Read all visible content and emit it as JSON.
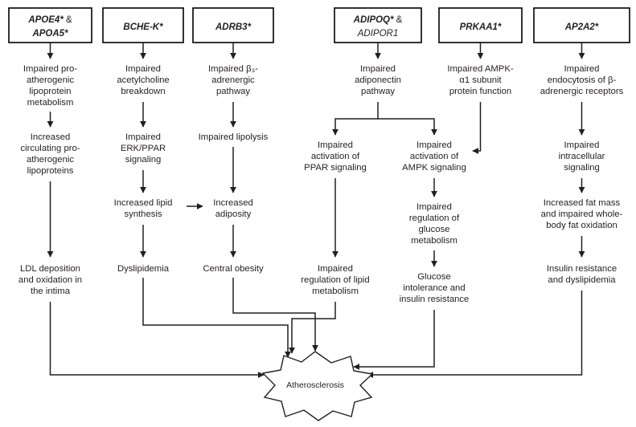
{
  "figure": {
    "type": "flowchart",
    "title": "Gene variant pathways leading to atherosclerosis",
    "terminal_node": "Atherosclerosis"
  },
  "colors": {
    "background": "#ffffff",
    "stroke": "#231f20",
    "box_border": "#000000",
    "text": "#231f20"
  },
  "gene_boxes": [
    {
      "id": "apoe",
      "line1": "APOE4*",
      "amp": " &",
      "line2": "APOA5*",
      "two_line": true
    },
    {
      "id": "bche",
      "line1": "BCHE-K*",
      "amp": "",
      "line2": "",
      "two_line": false
    },
    {
      "id": "adrb3",
      "line1": "ADRB3*",
      "amp": "",
      "line2": "",
      "two_line": false
    },
    {
      "id": "adipoq",
      "line1": "ADIPOQ*",
      "amp": " &",
      "line2": "ADIPOR1",
      "two_line": true
    },
    {
      "id": "prkaa1",
      "line1": "PRKAA1*",
      "amp": "",
      "line2": "",
      "two_line": false
    },
    {
      "id": "ap2a2",
      "line1": "AP2A2*",
      "amp": "",
      "line2": "",
      "two_line": false
    }
  ],
  "nodes": {
    "apoe_1": [
      "Impaired pro-",
      "atherogenic",
      "lipoprotein",
      "metabolism"
    ],
    "apoe_2": [
      "Increased",
      "circulating pro-",
      "atherogenic",
      "lipoproteins"
    ],
    "apoe_3": [
      "LDL deposition",
      "and oxidation in",
      "the intima"
    ],
    "bche_1": [
      "Impaired",
      "acetylcholine",
      "breakdown"
    ],
    "bche_2": [
      "Impaired",
      "ERK/PPAR",
      "signaling"
    ],
    "bche_3": [
      "Increased lipid",
      "synthesis"
    ],
    "bche_4": [
      "Dyslipidemia"
    ],
    "adrb3_1": [
      "Impaired β₃-",
      "adrenergic",
      "pathway"
    ],
    "adrb3_2": [
      "Impaired lipolysis"
    ],
    "adrb3_3": [
      "Increased",
      "adiposity"
    ],
    "adrb3_4": [
      "Central obesity"
    ],
    "adipoq_1": [
      "Impaired",
      "adiponectin",
      "pathway"
    ],
    "adipoq_ppar": [
      "Impaired",
      "activation of",
      "PPAR signaling"
    ],
    "adipoq_ppar_2": [
      "Impaired",
      "regulation of lipid",
      "metabolism"
    ],
    "adipoq_ampk": [
      "Impaired",
      "activation of",
      "AMPK signaling"
    ],
    "adipoq_ampk_2": [
      "Impaired",
      "regulation of",
      "glucose",
      "metabolism"
    ],
    "adipoq_ampk_3": [
      "Glucose",
      "intolerance and",
      "insulin resistance"
    ],
    "prkaa1_1": [
      "Impaired AMPK-",
      "α1 subunit",
      "protein function"
    ],
    "ap2a2_1": [
      "Impaired",
      "endocytosis of β-",
      "adrenergic receptors"
    ],
    "ap2a2_2": [
      "Impaired",
      "intracellular",
      "signaling"
    ],
    "ap2a2_3": [
      "Increased fat mass",
      "and impaired whole-",
      "body fat oxidation"
    ],
    "ap2a2_4": [
      "Insulin resistance",
      "and dyslipidemia"
    ]
  }
}
